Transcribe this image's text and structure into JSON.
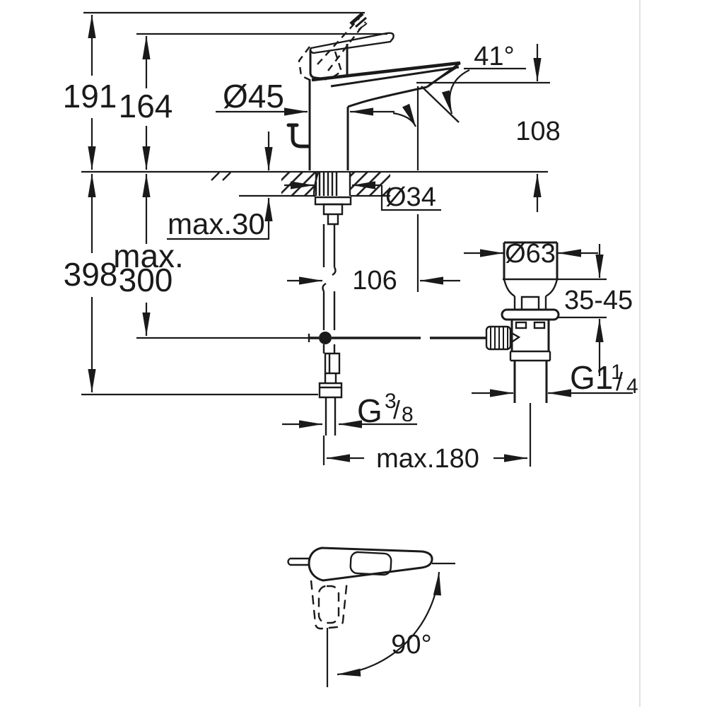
{
  "meta": {
    "type": "technical-dimension-drawing",
    "subject": "single-lever basin mixer faucet with pop-up waste, side view and handle top view",
    "units": "mm",
    "colors": {
      "line": "#1a1a1a",
      "background": "#ffffff",
      "page_edge": "#d9d9d9"
    }
  },
  "dims": {
    "total_height": "191",
    "lever_height": "164",
    "base_dia": "Ø45",
    "spout_angle": "41°",
    "outlet_height": "108",
    "hole_dia": "Ø34",
    "deck_thickness_max": "max.30",
    "depth_total": "398",
    "rod_depth_max_1": "max.",
    "rod_depth_max_2": "300",
    "spout_reach": "106",
    "waste_flange_dia": "Ø63",
    "basin_clamp_range": "35-45",
    "waste_thread_main": "G1",
    "waste_thread_sup": "1",
    "waste_thread_slash": "/",
    "waste_thread_sub": "4",
    "supply_thread_main": "G",
    "supply_thread_sup": "3",
    "supply_thread_slash": "/",
    "supply_thread_sub": "8",
    "center_spacing_max": "max.180",
    "handle_swivel": "90°"
  }
}
